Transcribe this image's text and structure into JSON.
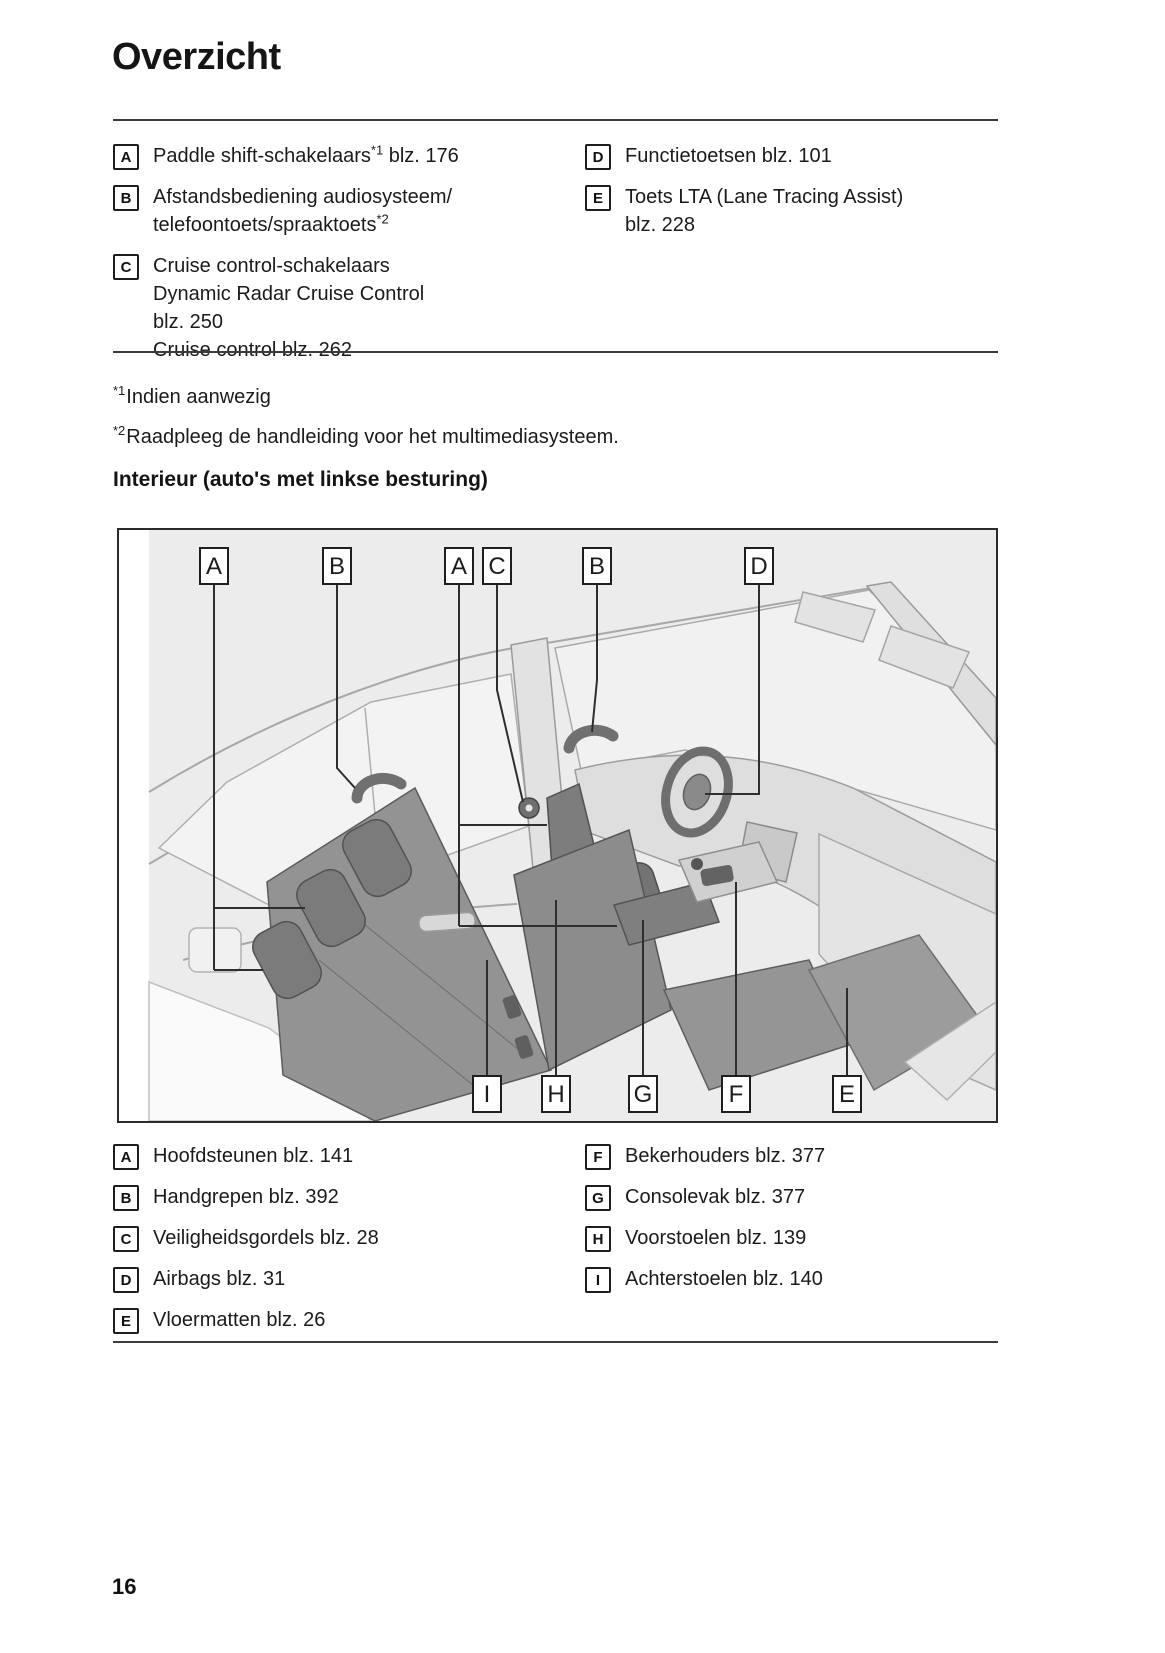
{
  "page": {
    "title": "Overzicht",
    "number": "16"
  },
  "controls_list": {
    "left": [
      {
        "key": "A",
        "line1_pre": "Paddle shift-schakelaars",
        "line1_sup": "*1",
        "line1_post": " blz. 176"
      },
      {
        "key": "B",
        "line1_pre": "Afstandsbediening audiosysteem/",
        "line2_pre": "telefoontoets/spraaktoets",
        "line2_sup": "*2"
      },
      {
        "key": "C",
        "line1_pre": "Cruise control-schakelaars",
        "extra_lines": [
          "Dynamic Radar Cruise Control",
          "blz. 250",
          "Cruise control blz. 262"
        ]
      }
    ],
    "right": [
      {
        "key": "D",
        "line1_pre": "Functietoetsen blz. 101"
      },
      {
        "key": "E",
        "line1_pre": "Toets LTA (Lane Tracing Assist)",
        "extra_lines": [
          "blz. 228"
        ]
      }
    ]
  },
  "footnotes": [
    {
      "sup": "*1",
      "text": "Indien aanwezig"
    },
    {
      "sup": "*2",
      "text": "Raadpleeg de handleiding voor het multimediasysteem."
    }
  ],
  "section_heading": "Interieur (auto's met linkse besturing)",
  "diagram": {
    "callouts_top": [
      "A",
      "B",
      "A",
      "C",
      "B",
      "D"
    ],
    "callouts_bottom": [
      "I",
      "H",
      "G",
      "F",
      "E"
    ]
  },
  "legend": {
    "left": [
      {
        "key": "A",
        "text": "Hoofdsteunen blz. 141"
      },
      {
        "key": "B",
        "text": "Handgrepen blz. 392"
      },
      {
        "key": "C",
        "text": "Veiligheidsgordels blz. 28"
      },
      {
        "key": "D",
        "text": "Airbags blz. 31"
      },
      {
        "key": "E",
        "text": "Vloermatten blz. 26"
      }
    ],
    "right": [
      {
        "key": "F",
        "text": "Bekerhouders blz. 377"
      },
      {
        "key": "G",
        "text": "Consolevak blz. 377"
      },
      {
        "key": "H",
        "text": "Voorstoelen blz. 139"
      },
      {
        "key": "I",
        "text": "Achterstoelen blz. 140"
      }
    ]
  },
  "colors": {
    "text": "#191919",
    "rule": "#3c3c3c",
    "diagram_background": "#ececec",
    "seat_gray": "#8c8c8c"
  }
}
